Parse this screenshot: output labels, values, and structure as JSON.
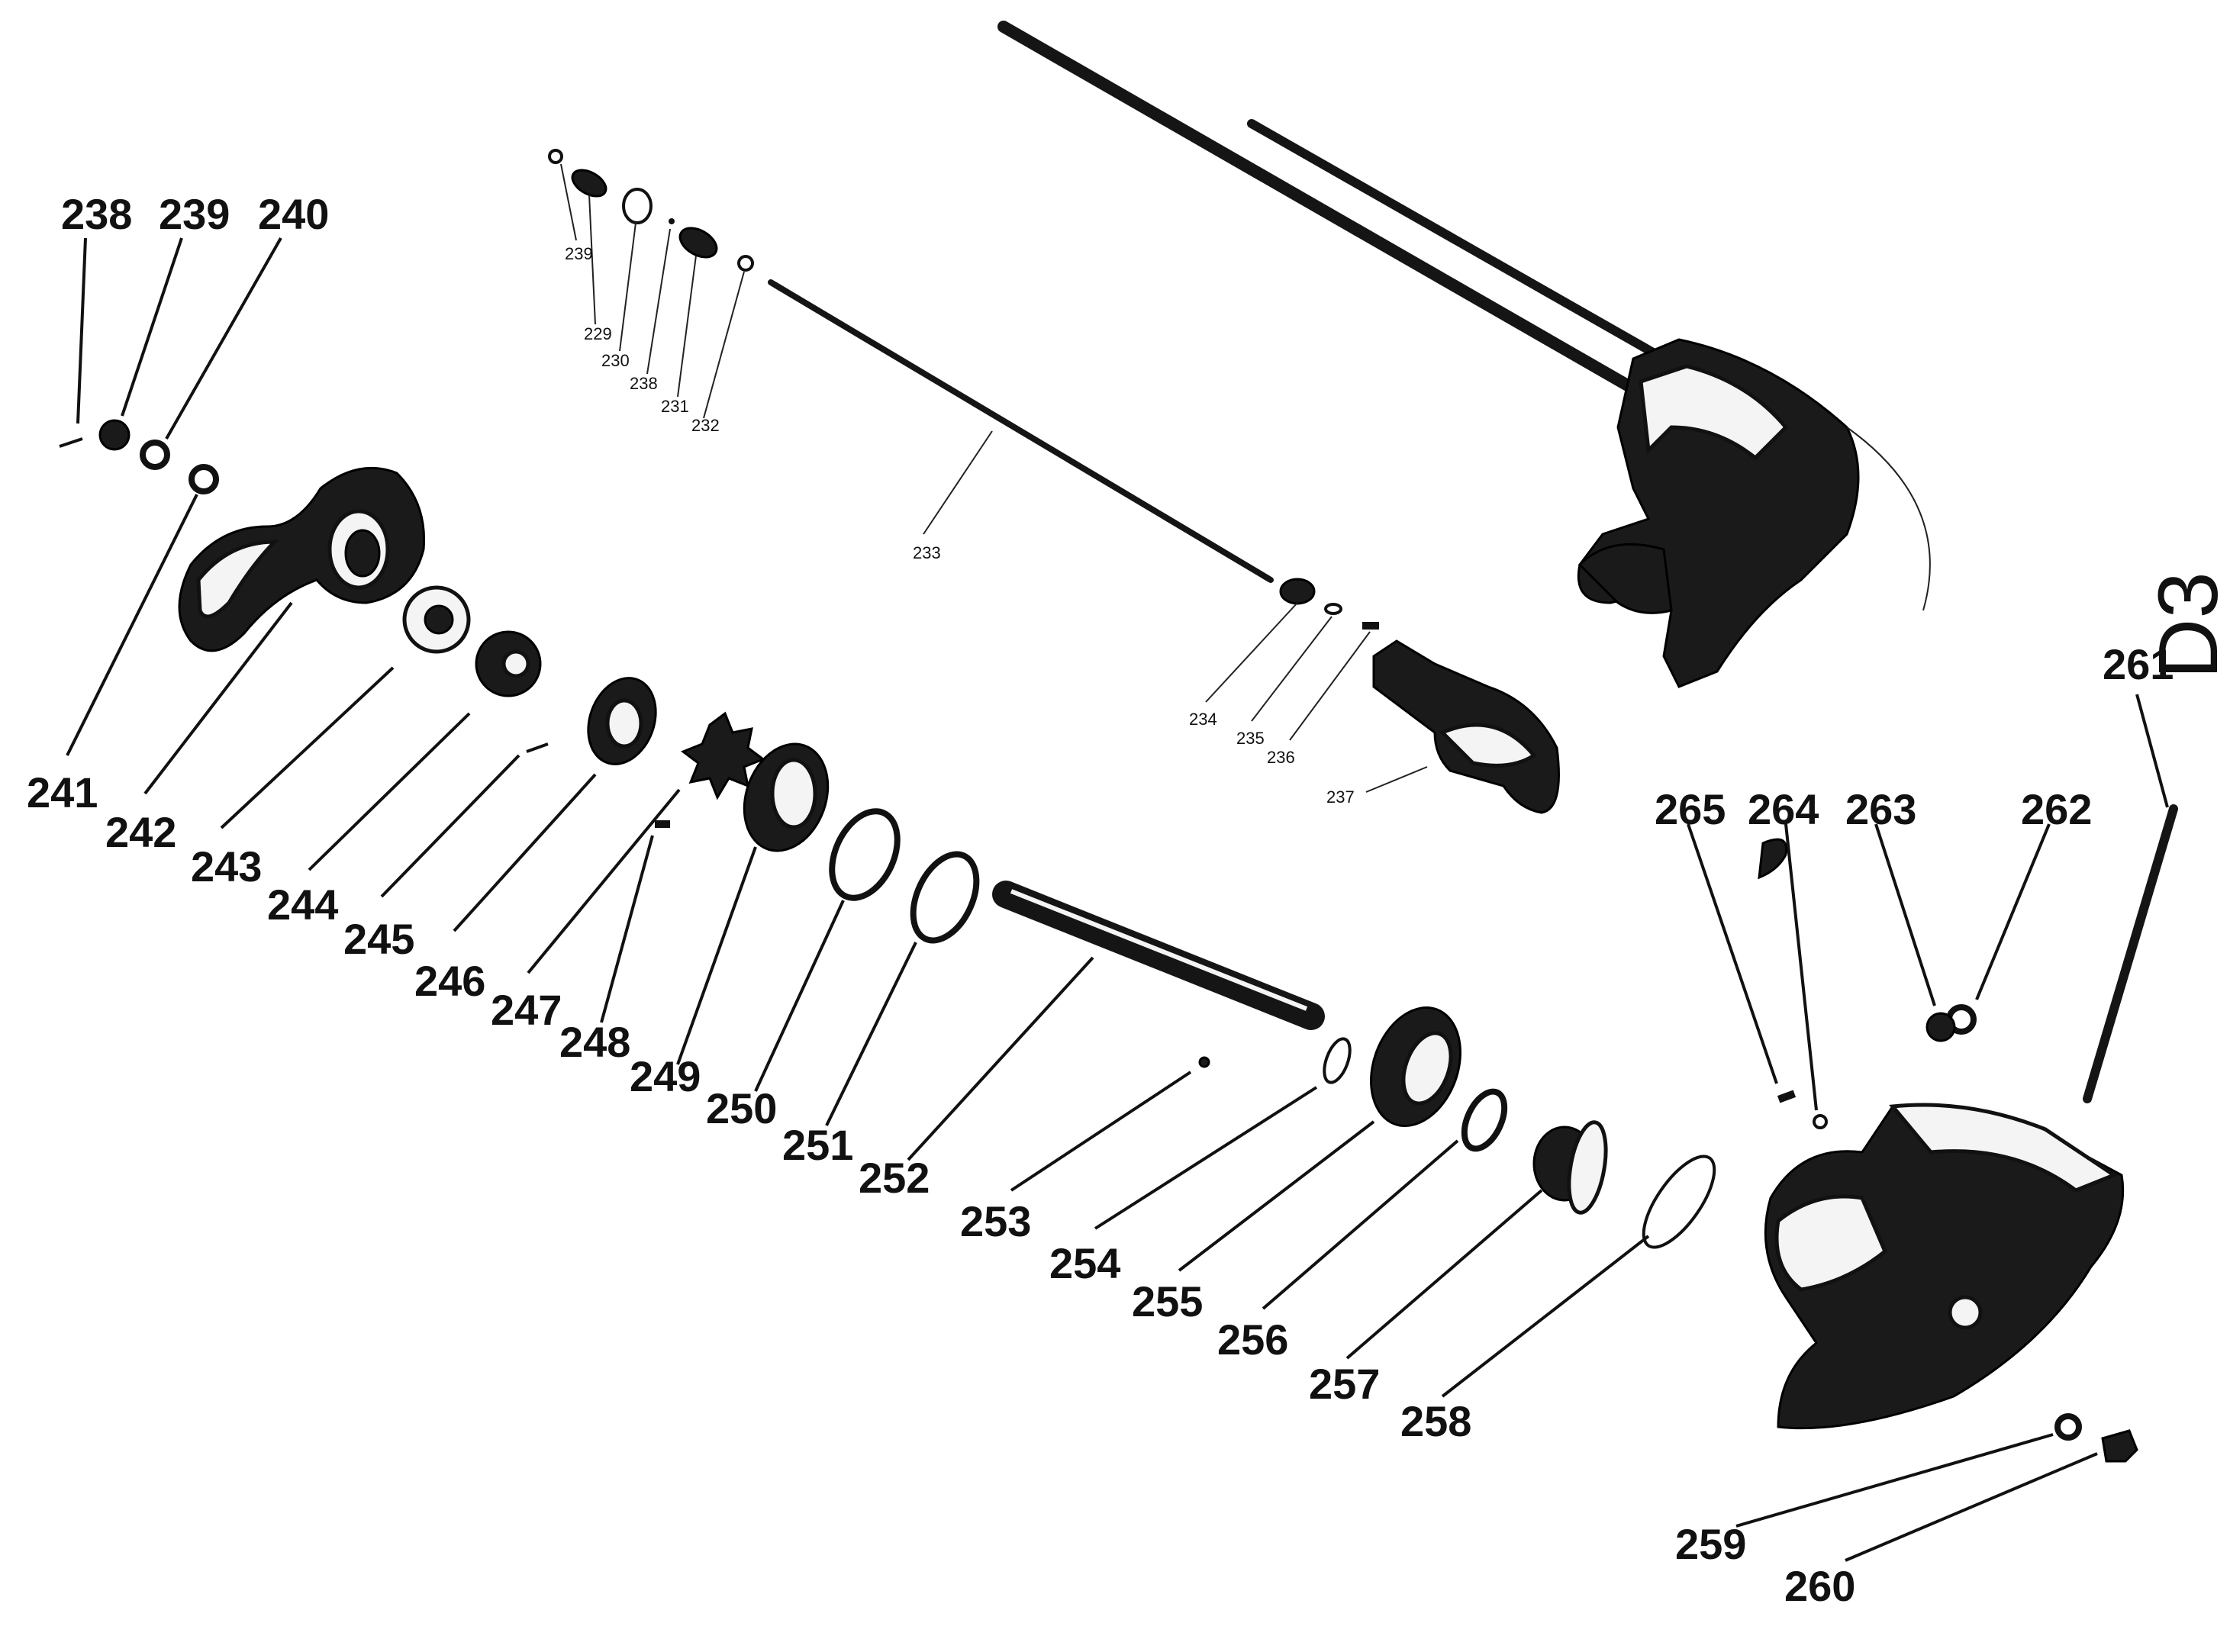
{
  "sheet_marker": "D3",
  "labels": {
    "l238": "238",
    "l239": "239",
    "l240": "240",
    "l241": "241",
    "l242": "242",
    "l243": "243",
    "l244": "244",
    "l245": "245",
    "l246": "246",
    "l247": "247",
    "l248": "248",
    "l249": "249",
    "l250": "250",
    "l251": "251",
    "l252": "252",
    "l253": "253",
    "l254": "254",
    "l255": "255",
    "l256": "256",
    "l257": "257",
    "l258": "258",
    "l259": "259",
    "l260": "260",
    "l261": "261",
    "l262": "262",
    "l263": "263",
    "l264": "264",
    "l265": "265"
  },
  "small_labels": {
    "s239": "239",
    "s229": "229",
    "s230": "230",
    "s238": "238",
    "s231": "231",
    "s232": "232",
    "s233": "233",
    "s234": "234",
    "s235": "235",
    "s236": "236",
    "s237": "237"
  }
}
